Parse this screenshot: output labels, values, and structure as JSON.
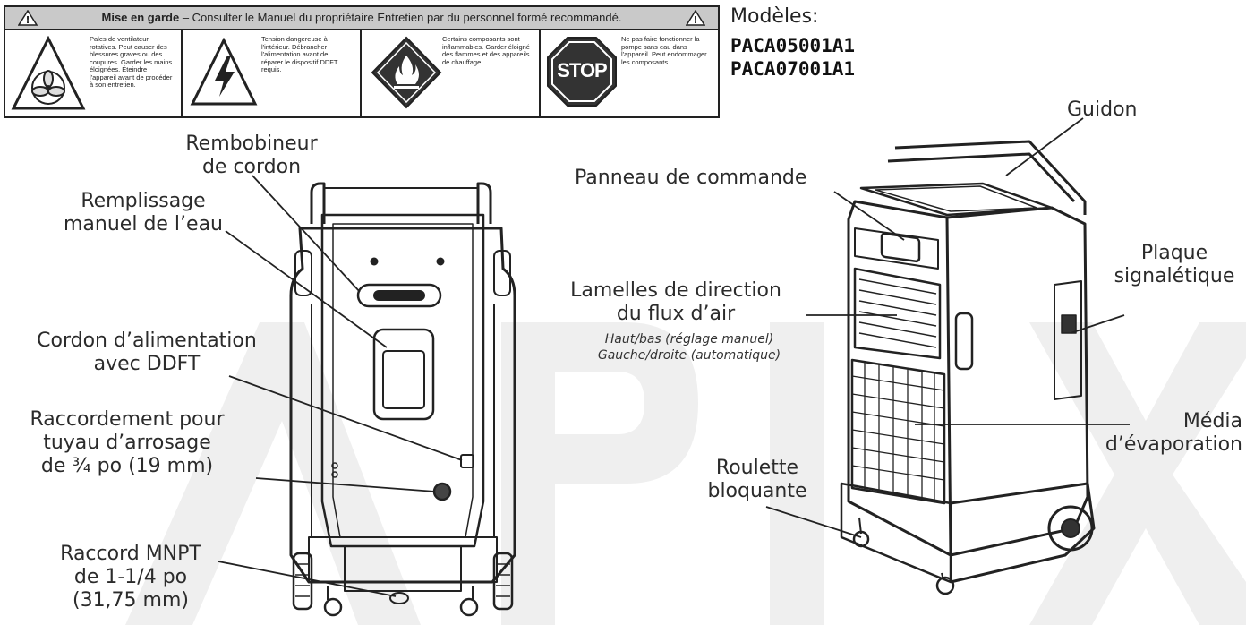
{
  "warning_label": {
    "title_bold": "Mise en garde",
    "title_rest": " – Consulter le Manuel du propriétaire Entretien par du personnel formé recommandé.",
    "cells": [
      {
        "icon": "fan-blade-hazard-icon",
        "text": "Pales de ventilateur rotatives. Peut causer des blessures graves ou des coupures. Garder les mains éloignées. Éteindre l'appareil avant de procéder à son entretien."
      },
      {
        "icon": "electric-shock-hazard-icon",
        "text": "Tension dangereuse à l'intérieur. Débrancher l'alimentation avant de réparer le dispositif DDFT requis."
      },
      {
        "icon": "flammable-hazard-icon",
        "text": "Certains composants sont inflammables. Garder éloigné des flammes et des appareils de chauffage."
      },
      {
        "icon": "stop-sign-icon",
        "stop_text": "STOP",
        "text": "Ne pas faire fonctionner la pompe sans eau dans l'appareil. Peut endommager les composants."
      }
    ]
  },
  "models": {
    "heading": "Modèles:",
    "items": [
      "PACA05001A1",
      "PACA07001A1"
    ]
  },
  "labels": {
    "cord_reel": [
      "Rembobineur",
      "de cordon"
    ],
    "water_fill": [
      "Remplissage",
      "manuel de l’eau"
    ],
    "power_cord": [
      "Cordon d’alimentation",
      "avec DDFT"
    ],
    "hose_connection": [
      "Raccordement pour",
      "tuyau d’arrosage",
      "de ¾ po (19 mm)"
    ],
    "mnpt": [
      "Raccord MNPT",
      "de 1-1/4 po",
      "(31,75 mm)"
    ],
    "handle": "Guidon",
    "control_panel": "Panneau de commande",
    "louvers": [
      "Lamelles de direction",
      "du flux d’air"
    ],
    "louvers_note": [
      "Haut/bas (réglage manuel)",
      "Gauche/droite (automatique)"
    ],
    "nameplate": [
      "Plaque",
      "signalétique"
    ],
    "media": [
      "Média",
      "d’évaporation"
    ],
    "caster": [
      "Roulette",
      "bloquante"
    ]
  },
  "colors": {
    "outline": "#222222",
    "watermark": "#efefef",
    "warning_bar": "#c9c9c9"
  }
}
